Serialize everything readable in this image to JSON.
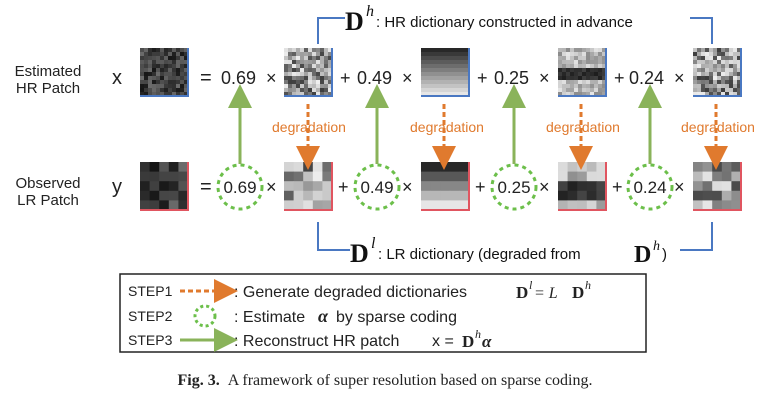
{
  "labels": {
    "hr_row_l1": "Estimated",
    "hr_row_l2": "HR Patch",
    "lr_row_l1": "Observed",
    "lr_row_l2": "LR Patch",
    "x_var": "x",
    "y_var": "y",
    "equals": "=",
    "times": "×",
    "plus": "+",
    "dh_symbol": "D",
    "dh_sup": "h",
    "dh_text": ": HR dictionary constructed in advance",
    "dl_symbol": "D",
    "dl_sup": "l",
    "dl_text_pre": ": LR dictionary (degraded from ",
    "dl_text_sym": "D",
    "dl_text_sup": "h",
    "dl_text_post": ")",
    "degradation": "degradation"
  },
  "coefficients": [
    "0.69",
    "0.49",
    "0.25",
    "0.24"
  ],
  "legend": {
    "step1_tag": "STEP1",
    "step1_text": ": Generate degraded dictionaries",
    "step1_formula": "D",
    "step1_sup": "l",
    "step1_eq": " = L ",
    "step1_formula2": "D",
    "step1_sup2": "h",
    "step2_tag": "STEP2",
    "step2_text": ": Estimate",
    "step2_alpha": "α",
    "step2_text2": "by sparse coding",
    "step3_tag": "STEP3",
    "step3_text": ": Reconstruct HR patch",
    "step3_formula": "x = ",
    "step3_d": "D",
    "step3_sup": "h",
    "step3_alpha": "α"
  },
  "caption": {
    "fig": "Fig. 3.",
    "text": "A framework of super resolution based on sparse coding."
  },
  "colors": {
    "blue_bracket": "#4a78c2",
    "red_edge": "#e05560",
    "orange_arrow": "#e07a2e",
    "green_arrow": "#8ab35a",
    "green_circle": "#6cbf4a"
  }
}
